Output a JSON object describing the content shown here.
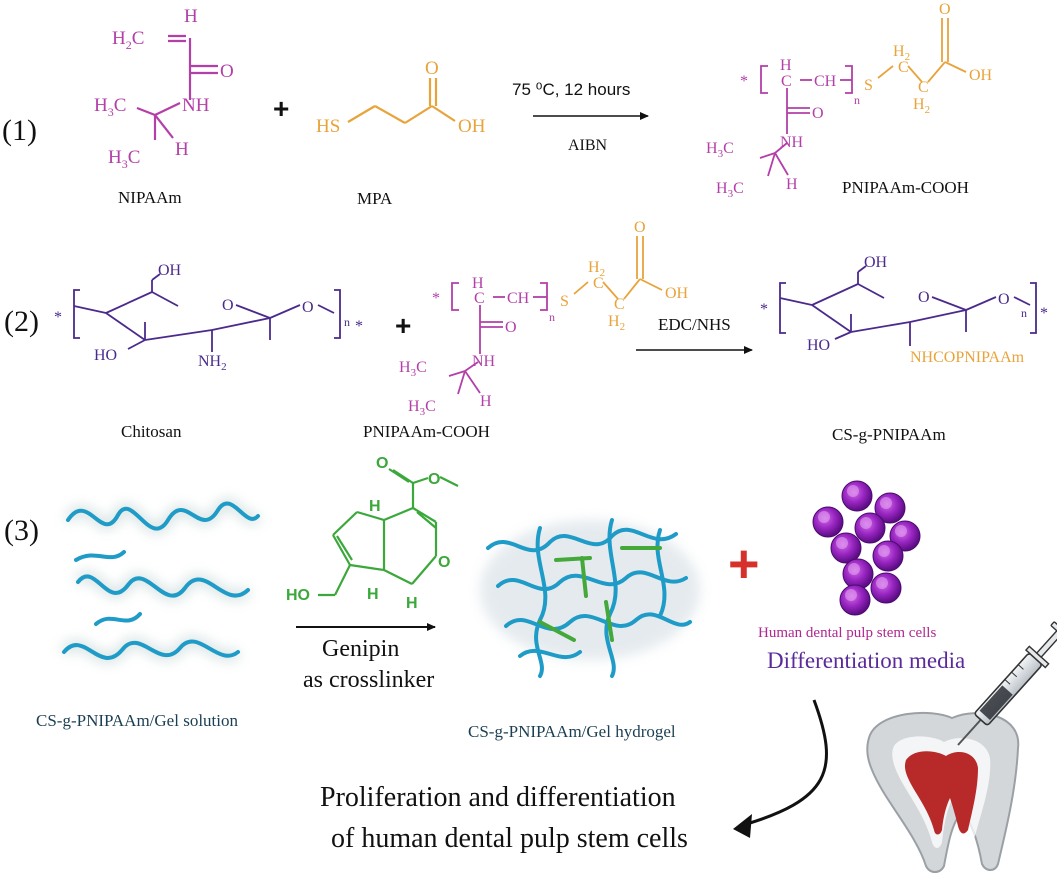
{
  "colors": {
    "nipaam": "#b33fa8",
    "mpa": "#e8a33a",
    "chitosan": "#4b2a8c",
    "genipin": "#3aa83a",
    "chain": "#1f9bc7",
    "crosslink": "#44a83b",
    "cell": "#8d1fb1",
    "cell_label": "#b0278f",
    "media_label": "#5a2a9a",
    "plus_red": "#d6312b",
    "tooth_pulp": "#b82a2a",
    "dark_label": "#1b3f52"
  },
  "step1": {
    "number": "(1)",
    "nipaam": {
      "label": "NIPAAm",
      "h": "H",
      "h2c": "H",
      "h2c_sub": "2",
      "h2c_c": "C",
      "o": "O",
      "nh": "NH",
      "h3c_top": "H",
      "h3c_top_sub": "3",
      "h3c_top_c": "C",
      "h3c_bot": "H",
      "h3c_bot_sub": "3",
      "h3c_bot_c": "C",
      "h_bot": "H"
    },
    "plus": "+",
    "mpa": {
      "label": "MPA",
      "hs": "HS",
      "oh": "OH",
      "o": "O"
    },
    "conditions_top": "75 ⁰C, 12 hours",
    "conditions_bottom": "AIBN",
    "product": {
      "label": "PNIPAAm-COOH",
      "star": "*",
      "h1": "H",
      "c1": "C",
      "ch": "CH",
      "n": "n",
      "s": "S",
      "c_h2a": "H",
      "c_h2a_sub": "2",
      "c_a": "C",
      "c_h2b": "H",
      "c_h2b_sub": "2",
      "c_b": "C",
      "o": "O",
      "oh": "OH",
      "o_amide": "O",
      "nh": "NH",
      "h3c_top": "H",
      "h3c_top_sub": "3",
      "h3c_top_c": "C",
      "h3c_bot": "H",
      "h3c_bot_sub": "3",
      "h3c_bot_c": "C",
      "h_bot": "H"
    }
  },
  "step2": {
    "number": "(2)",
    "chitosan": {
      "label": "Chitosan",
      "oh_top": "OH",
      "o_ring": "O",
      "o_link": "O",
      "n": "n",
      "star_left": "*",
      "star_right": "*",
      "ho": "HO",
      "nh2": "NH",
      "nh2_sub": "2"
    },
    "plus": "+",
    "reactant": {
      "label": "PNIPAAm-COOH",
      "star": "*",
      "h1": "H",
      "c1": "C",
      "ch": "CH",
      "n": "n",
      "s": "S",
      "c_h2a": "H",
      "c_h2a_sub": "2",
      "c_a": "C",
      "c_h2b": "H",
      "c_h2b_sub": "2",
      "c_b": "C",
      "o": "O",
      "oh": "OH",
      "o_amide": "O",
      "nh": "NH",
      "h3c_top": "H",
      "h3c_top_sub": "3",
      "h3c_top_c": "C",
      "h3c_bot": "H",
      "h3c_bot_sub": "3",
      "h3c_bot_c": "C",
      "h_bot": "H"
    },
    "reagent": "EDC/NHS",
    "product": {
      "label": "CS-g-PNIPAAm",
      "oh_top": "OH",
      "o_ring": "O",
      "o_link": "O",
      "n": "n",
      "star_left": "*",
      "star_right": "*",
      "ho": "HO",
      "graft": "NHCOPNIPAAm"
    }
  },
  "step3": {
    "number": "(3)",
    "solution_label": "CS-g-PNIPAAm/Gel solution",
    "genipin": {
      "o_carbonyl": "O",
      "o_ether": "O",
      "o_ring": "O",
      "h1": "H",
      "h2": "H",
      "h3": "H",
      "ho": "HO"
    },
    "arrow_line1": "Genipin",
    "arrow_line2": "as crosslinker",
    "hydrogel_label": "CS-g-PNIPAAm/Gel hydrogel",
    "plus": "+",
    "cells_label": "Human dental pulp stem cells",
    "media_label": "Differentiation media",
    "result_line1": "Proliferation and differentiation",
    "result_line2": "of human dental pulp stem cells"
  }
}
